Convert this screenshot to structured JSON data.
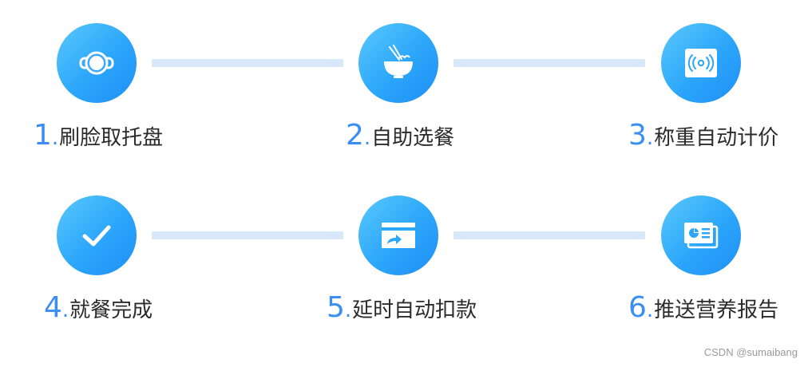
{
  "steps": [
    {
      "num": "1",
      "dot": ".",
      "text": "刷脸取托盘",
      "icon": "tray-icon"
    },
    {
      "num": "2",
      "dot": ".",
      "text": "自助选餐",
      "icon": "bowl-icon"
    },
    {
      "num": "3",
      "dot": ".",
      "text": "称重自动计价",
      "icon": "scale-icon"
    },
    {
      "num": "4",
      "dot": ".",
      "text": "就餐完成",
      "icon": "check-icon"
    },
    {
      "num": "5",
      "dot": ".",
      "text": "延时自动扣款",
      "icon": "card-icon"
    },
    {
      "num": "6",
      "dot": ".",
      "text": "推送营养报告",
      "icon": "report-icon"
    }
  ],
  "colors": {
    "circle": "#2ba6fb",
    "number": "#3a8df2",
    "connector": "#d7e8fa",
    "text": "#2b2b2b"
  },
  "watermark": "CSDN @sumaibang"
}
